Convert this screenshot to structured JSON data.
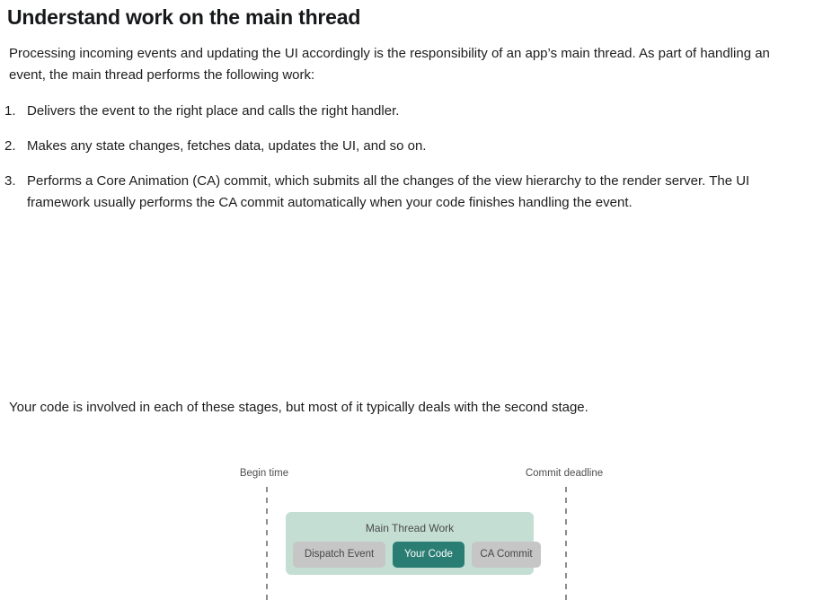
{
  "article": {
    "title": "Understand work on the main thread",
    "intro": "Processing incoming events and updating the UI accordingly is the responsibility of an app’s main thread. As part of handling an event, the main thread performs the following work:",
    "steps": [
      {
        "marker": "1.",
        "text": "Delivers the event to the right place and calls the right handler."
      },
      {
        "marker": "2.",
        "text": "Makes any state changes, fetches data, updates the UI, and so on."
      },
      {
        "marker": "3.",
        "text": "Performs a Core Animation (CA) commit, which submits all the changes of the view hierarchy to the render server. The UI framework usually performs the CA commit automatically when your code finishes handling the event."
      }
    ],
    "closing": "Your code is involved in each of these stages, but most of it typically deals with the second stage."
  },
  "diagram": {
    "begin_label": "Begin time",
    "deadline_label": "Commit deadline",
    "thread_box_label": "Main Thread Work",
    "segments": [
      {
        "label": "Dispatch Event",
        "style": "gray"
      },
      {
        "label": "Your Code",
        "style": "teal"
      },
      {
        "label": "CA Commit",
        "style": "gray"
      }
    ],
    "colors": {
      "thread_box_fill": "#c4ded4",
      "segment_gray_fill": "#c6c6c6",
      "segment_teal_fill": "#2a7d73",
      "dashed_line": "#8c8c8c",
      "label_text": "#4d4d4d"
    }
  }
}
